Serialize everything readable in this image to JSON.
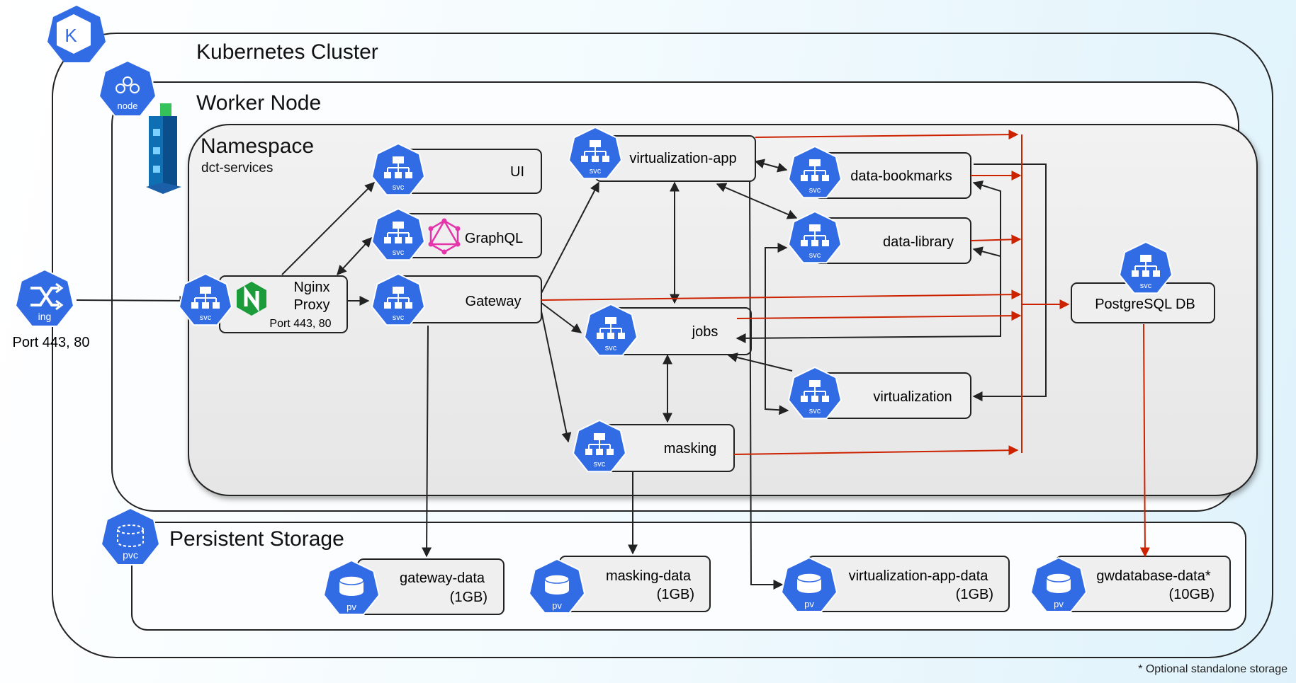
{
  "title": "Kubernetes Cluster",
  "worker_node": "Worker Node",
  "namespace": {
    "title": "Namespace",
    "name": "dct-services"
  },
  "persistent_storage": "Persistent Storage",
  "ingress": {
    "icon_label": "ing",
    "port": "Port 443, 80"
  },
  "node_icon_label": "node",
  "svc_label": "svc",
  "pv_label": "pv",
  "pvc_label": "pvc",
  "services": {
    "nginx": {
      "line1": "Nginx",
      "line2": "Proxy",
      "port": "Port 443, 80"
    },
    "ui": "UI",
    "graphql": "GraphQL",
    "gateway": "Gateway",
    "virtualization_app": "virtualization-app",
    "data_bookmarks": "data-bookmarks",
    "data_library": "data-library",
    "jobs": "jobs",
    "virtualization": "virtualization",
    "masking": "masking",
    "postgres": "PostgreSQL DB"
  },
  "storage": {
    "gateway": {
      "name": "gateway-data",
      "size": "(1GB)"
    },
    "masking": {
      "name": "masking-data",
      "size": "(1GB)"
    },
    "virtualization_app": {
      "name": "virtualization-app-data",
      "size": "(1GB)"
    },
    "gwdatabase": {
      "name": "gwdatabase-data*",
      "size": "(10GB)"
    }
  },
  "footnote": "* Optional standalone storage",
  "colors": {
    "k8s_blue": "#326ce5",
    "db_line": "#cc2200",
    "nginx_green": "#1b9b3a",
    "graphql_pink": "#e535ab"
  },
  "icons": {
    "kubernetes": "kubernetes-logo-icon",
    "node": "node-icon",
    "namespace": "namespace-tower-icon",
    "ingress": "ingress-shuffle-icon",
    "service": "service-hierarchy-icon",
    "volume": "volume-cylinder-icon",
    "nginx": "nginx-logo-icon",
    "graphql": "graphql-logo-icon"
  }
}
